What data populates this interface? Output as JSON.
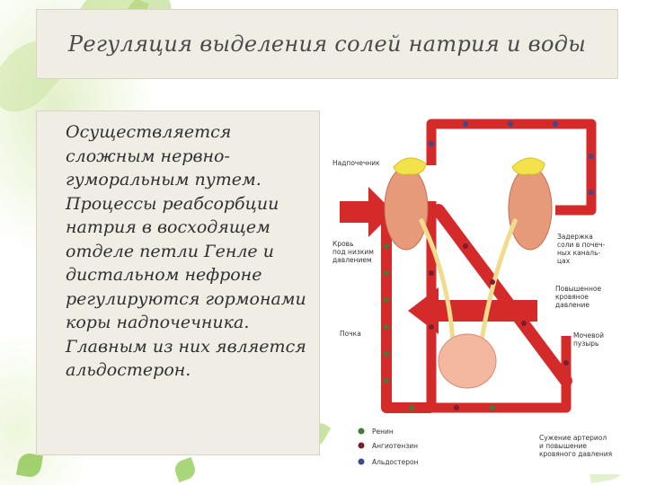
{
  "slide": {
    "title": "Регуляция выделения солей натрия и воды",
    "body_text": "Осуществляется сложным нервно-гуморальным путем. Процессы реабсорбции натрия в восходящем отделе петли Генле и дистальном нефроне регулируются гормонами коры надпочечника. Главным из них является альдостерон."
  },
  "diagram": {
    "labels": {
      "adrenal": "Надпочечник",
      "blood_low_1": "Кровь",
      "blood_low_2": "под низким",
      "blood_low_3": "давлением",
      "retention_1": "Задержка",
      "retention_2": "соли в почеч-",
      "retention_3": "ных каналь-",
      "retention_4": "цах",
      "high_bp_1": "Повышенное",
      "high_bp_2": "кровяное",
      "high_bp_3": "давление",
      "kidney": "Почка",
      "bladder_1": "Мочевой",
      "bladder_2": "пузырь",
      "vaso_1": "Сужение артериол",
      "vaso_2": "и повышение",
      "vaso_3": "кровяного давления"
    },
    "legend": [
      {
        "label": "Ренин",
        "color": "#3f7d3a"
      },
      {
        "label": "Ангиотензин",
        "color": "#7a1f2e"
      },
      {
        "label": "Альдостерон",
        "color": "#3c4a8a"
      }
    ],
    "colors": {
      "vessel": "#d42a2a",
      "kidney": "#e79a7a",
      "adrenal": "#f4e24a",
      "ureter": "#f1dc8e",
      "bladder": "#f4b7a0"
    }
  }
}
